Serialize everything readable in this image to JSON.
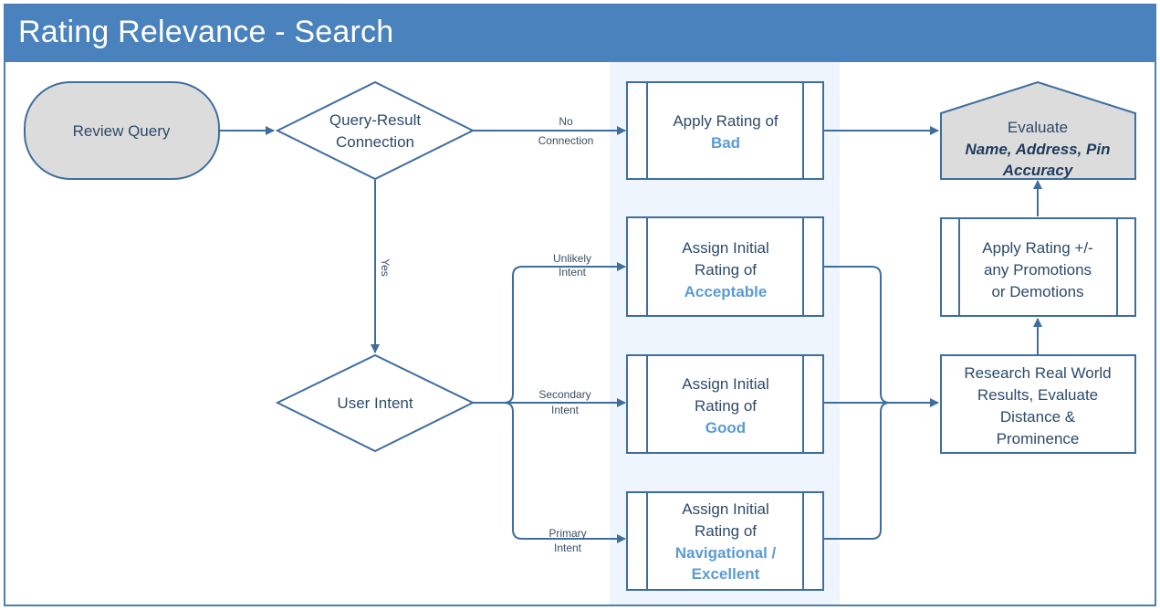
{
  "title": "Rating Relevance - Search",
  "nodes": {
    "review_query": "Review Query",
    "query_result": [
      "Query-Result",
      "Connection"
    ],
    "user_intent": "User Intent",
    "apply_bad": {
      "line1": "Apply Rating of",
      "rating": "Bad"
    },
    "acceptable": {
      "line1": "Assign Initial",
      "line2": "Rating of",
      "rating": "Acceptable"
    },
    "good": {
      "line1": "Assign Initial",
      "line2": "Rating of",
      "rating": "Good"
    },
    "navigational": {
      "line1": "Assign Initial",
      "line2": "Rating of",
      "rating1": "Navigational /",
      "rating2": "Excellent"
    },
    "evaluate": {
      "line1": "Evaluate",
      "line2": "Name, Address, Pin",
      "line3": "Accuracy"
    },
    "apply_rating_pm": [
      "Apply Rating +/-",
      "any Promotions",
      "or Demotions"
    ],
    "research": [
      "Research Real World",
      "Results, Evaluate",
      "Distance &",
      "Prominence"
    ]
  },
  "edges": {
    "no_connection": [
      "No",
      "Connection"
    ],
    "yes": "Yes",
    "unlikely": [
      "Unlikely",
      "Intent"
    ],
    "secondary": [
      "Secondary",
      "Intent"
    ],
    "primary": [
      "Primary",
      "Intent"
    ]
  },
  "colors": {
    "header": "#4a82bd",
    "line": "#3f6e9e",
    "highlight": "#5b9bd5",
    "column": "#eef5fc",
    "terminal_fill": "#dcdcdc"
  }
}
